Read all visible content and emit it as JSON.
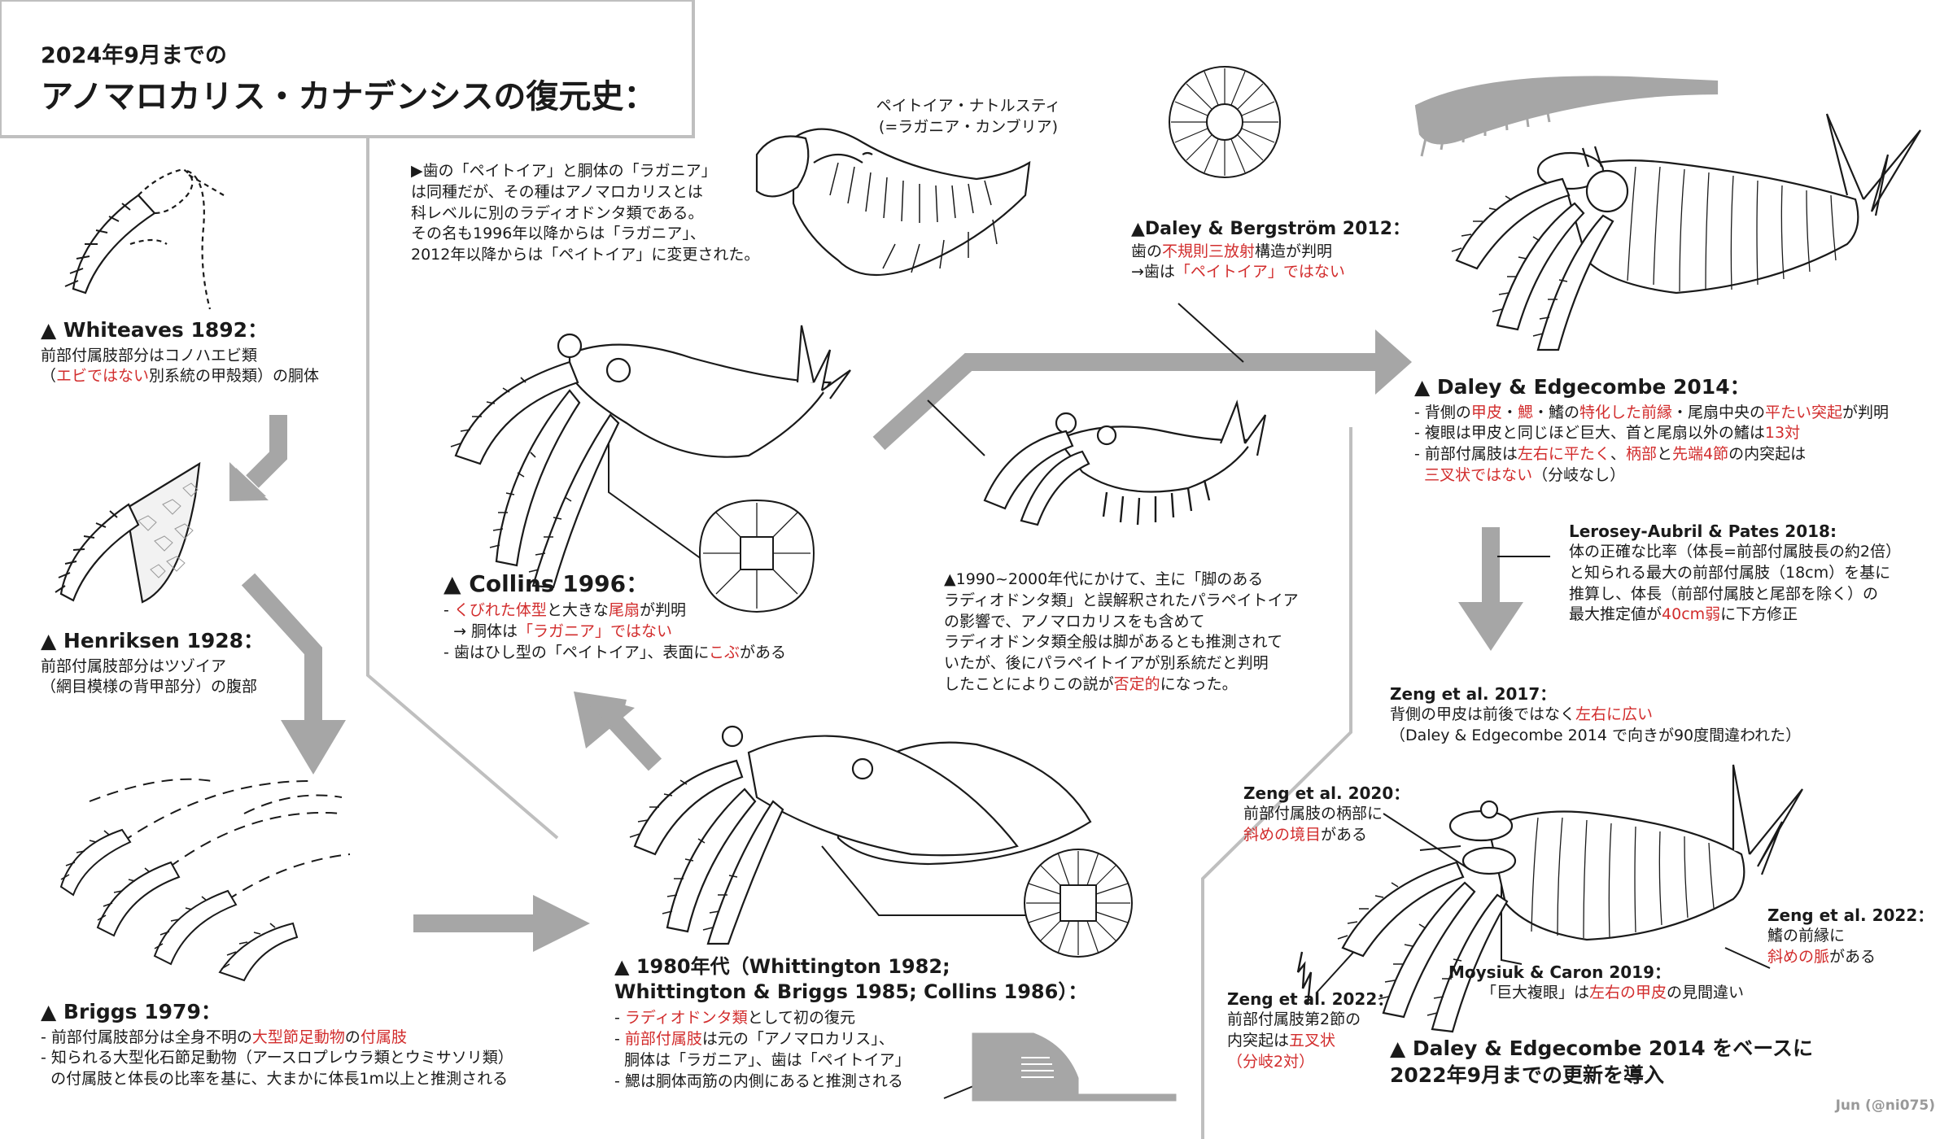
{
  "title": {
    "subtitle": "2024年9月までの",
    "main": "アノマロカリス・カナデンシスの復元史："
  },
  "credit": "Jun (@ni075)",
  "colors": {
    "accent_red": "#d22d2d",
    "arrow_gray": "#a6a6a6",
    "line": "#1a1a1a",
    "panel_border": "#bfbfbf"
  },
  "whiteaves": {
    "heading": "▲ Whiteaves 1892：",
    "l1": "前部付属肢部分はコノハエビ類",
    "l2a": "（",
    "l2b": "エビではない",
    "l2c": "別系統の甲殻類）の胴体"
  },
  "henriksen": {
    "heading": "▲ Henriksen 1928：",
    "l1": "前部付属肢部分はツゾイア",
    "l2": "（網目模様の背甲部分）の腹部"
  },
  "briggs": {
    "heading": "▲ Briggs 1979：",
    "l1a": "- 前部付属肢部分は全身不明の",
    "l1b": "大型節足動物",
    "l1c": "の",
    "l1d": "付属肢",
    "l2": "- 知られる大型化石節足動物（アースロプレウラ類とウミサソリ類）",
    "l3": "  の付属肢と体長の比率を基に、大まかに体長1m以上と推測される"
  },
  "peytoia": {
    "label1": "ペイトイア・ナトルスティ",
    "label2": "(=ラガニア・カンブリア)",
    "l1": "▶歯の「ペイトイア」と胴体の「ラガニア」",
    "l2": "は同種だが、その種はアノマロカリスとは",
    "l3": "科レベルに別のラディオドンタ類である。",
    "l4": "その名も1996年以降からは「ラガニア」、",
    "l5": "2012年以降からは「ペイトイア」に変更された。"
  },
  "collins": {
    "heading": "▲ Collins 1996：",
    "l1a": "- ",
    "l1b": "くびれた体型",
    "l1c": "と大きな",
    "l1d": "尾扇",
    "l1e": "が判明",
    "l2a": "  → 胴体は",
    "l2b": "「ラガニア」ではない",
    "l3a": "- 歯はひし型の「ペイトイア」、表面に",
    "l3b": "こぶ",
    "l3c": "がある"
  },
  "eighties": {
    "heading1": "▲ 1980年代（Whittington 1982;",
    "heading2": "Whittington & Briggs 1985; Collins 1986）：",
    "l1a": "- ",
    "l1b": "ラディオドンタ類",
    "l1c": "として初の復元",
    "l2a": "- ",
    "l2b": "前部付属肢",
    "l2c": "は元の「アノマロカリス」、",
    "l3": "  胴体は「ラガニア」、歯は「ペイトイア」",
    "l4": "- 鰓は胴体両筋の内側にあると推測される"
  },
  "nineties": {
    "l1": "▲1990~2000年代にかけて、主に「脚のある",
    "l2": "ラディオドンタ類」と誤解釈されたパラペイトイア",
    "l3": "の影響で、アノマロカリスをも含めて",
    "l4": "ラディオドンタ類全般は脚があるとも推測されて",
    "l5": "いたが、後にパラペイトイアが別系統だと判明",
    "l6a": "したことによりこの説が",
    "l6b": "否定的",
    "l6c": "になった。"
  },
  "daley2012": {
    "heading": "▲Daley & Bergström 2012：",
    "l1a": "歯の",
    "l1b": "不規則三放射",
    "l1c": "構造が判明",
    "l2a": "→歯は",
    "l2b": "「ペイトイア」ではない"
  },
  "daley2014": {
    "heading": "▲ Daley & Edgecombe 2014：",
    "l1a": "- 背側の",
    "l1b": "甲皮",
    "l1c": "・",
    "l1d": "鰓",
    "l1e": "・鰭の",
    "l1f": "特化した前縁",
    "l1g": "・尾扇中央の",
    "l1h": "平たい突起",
    "l1i": "が判明",
    "l2a": "- 複眼は甲皮と同じほど巨大、首と尾扇以外の鰭は",
    "l2b": "13対",
    "l3a": "- 前部付属肢は",
    "l3b": "左右に平たく",
    "l3c": "、",
    "l3d": "柄部",
    "l3e": "と",
    "l3f": "先端4節",
    "l3g": "の内突起は",
    "l4a": "  ",
    "l4b": "三叉状ではない",
    "l4c": "（分岐なし）"
  },
  "lerosey": {
    "heading": "Lerosey-Aubril & Pates 2018:",
    "l1": "体の正確な比率（体長=前部付属肢長の約2倍）",
    "l2": "と知られる最大の前部付属肢（18cm）を基に",
    "l3": "推算し、体長（前部付属肢と尾部を除く）の",
    "l4a": "最大推定値が",
    "l4b": "40cm弱",
    "l4c": "に下方修正"
  },
  "zeng2017": {
    "heading": "Zeng et al. 2017：",
    "l1a": "背側の甲皮は前後ではなく",
    "l1b": "左右に広い",
    "l2": "（Daley & Edgecombe 2014 で向きが90度間違われた）"
  },
  "zeng2020": {
    "heading": "Zeng et al. 2020：",
    "l1": "前部付属肢の柄部に",
    "l2a": "斜めの境目",
    "l2b": "がある"
  },
  "zeng2022a": {
    "heading": "Zeng et al. 2022：",
    "l1": "前部付属肢第2節の",
    "l2a": "内突起は",
    "l2b": "五叉状",
    "l3": "（分岐2対）"
  },
  "moysiuk": {
    "heading": "Moysiuk & Caron 2019：",
    "l1a": "「巨大複眼」は",
    "l1b": "左右の甲皮",
    "l1c": "の見間違い"
  },
  "zeng2022b": {
    "heading": "Zeng et al. 2022：",
    "l1": "鰭の前縁に",
    "l2a": "斜めの脈",
    "l2b": "がある"
  },
  "final": {
    "l1": "▲ Daley & Edgecombe 2014 をベースに",
    "l2": "2022年9月までの更新を導入"
  }
}
